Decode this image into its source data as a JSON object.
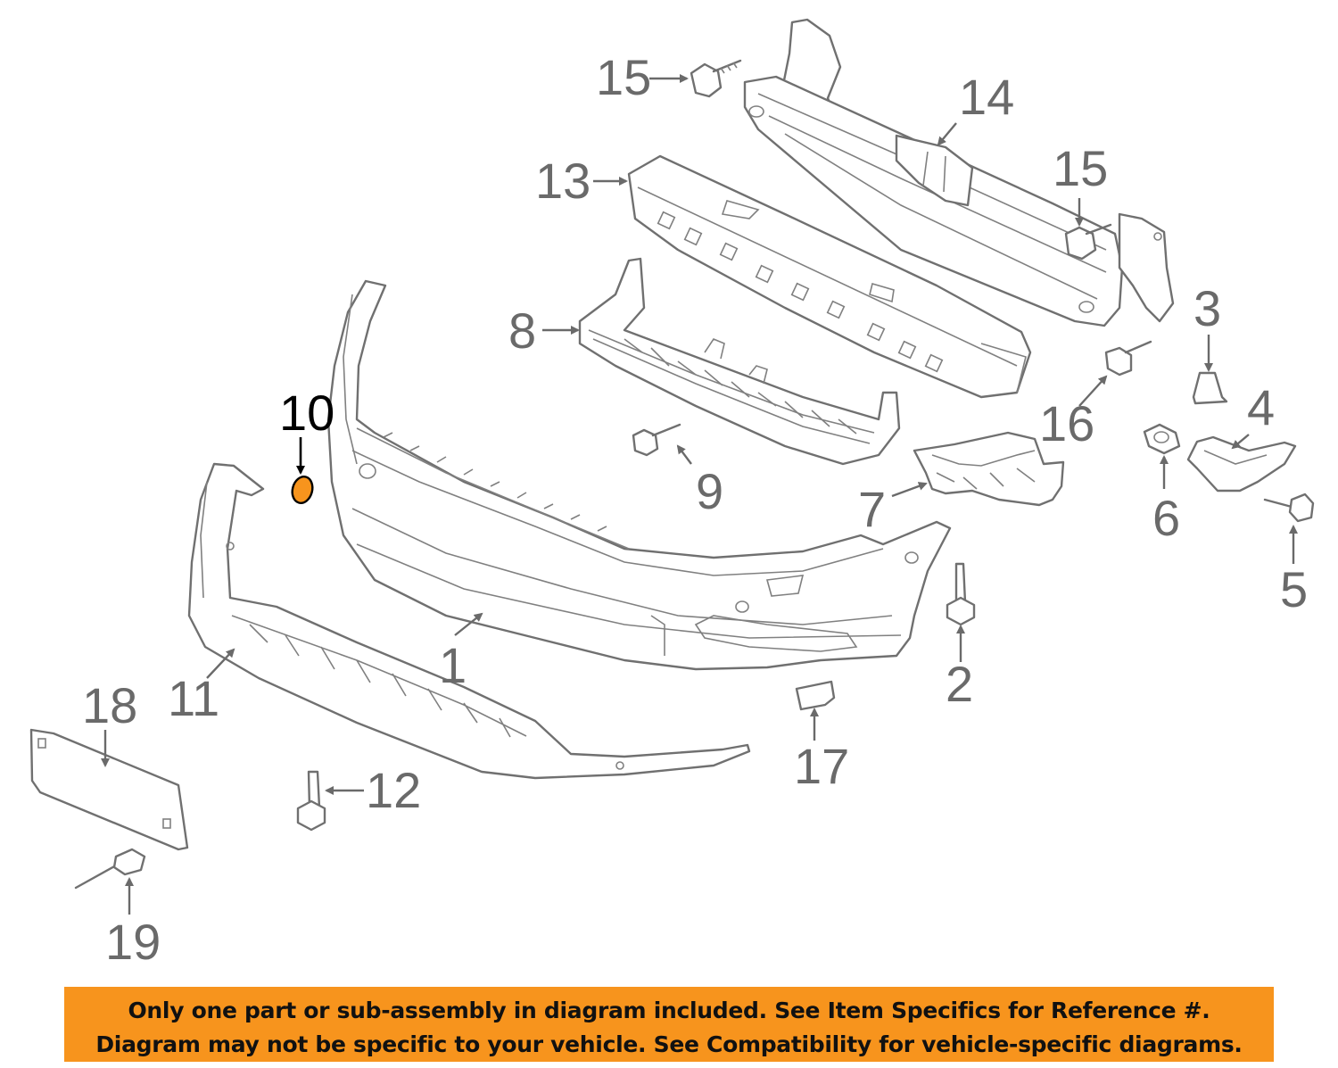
{
  "callouts": {
    "c1": "1",
    "c2": "2",
    "c3": "3",
    "c4": "4",
    "c5": "5",
    "c6": "6",
    "c7": "7",
    "c8": "8",
    "c9": "9",
    "c10": "10",
    "c11": "11",
    "c12": "12",
    "c13": "13",
    "c14": "14",
    "c15a": "15",
    "c15b": "15",
    "c16": "16",
    "c17": "17",
    "c18": "18",
    "c19": "19"
  },
  "highlight": {
    "part": "10",
    "color": "#f7941d"
  },
  "colors": {
    "line": "#707070",
    "banner": "#f7941d",
    "text_highlight": "#000000"
  },
  "disclaimer": {
    "line1": "Only one part or sub-assembly in diagram included. See Item Specifics for Reference #.",
    "line2": "Diagram may not be specific to your vehicle. See Compatibility for vehicle-specific diagrams."
  }
}
